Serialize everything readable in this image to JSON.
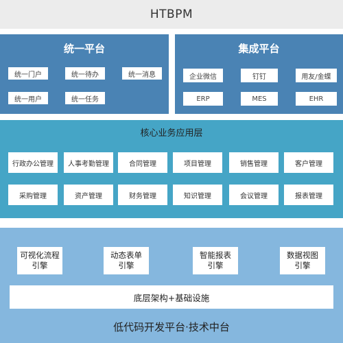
{
  "header": {
    "title": "HTBPM"
  },
  "unified_platform": {
    "title": "统一平台",
    "items": [
      "统一门户",
      "统一待办",
      "统一消息",
      "统一用户",
      "统一任务"
    ]
  },
  "integration_platform": {
    "title": "集成平台",
    "items": [
      "企业微信",
      "钉钉",
      "用友/金蝶",
      "ERP",
      "MES",
      "EHR"
    ]
  },
  "core_business": {
    "title": "核心业务应用层",
    "items": [
      "行政办公管理",
      "人事考勤管理",
      "合同管理",
      "项目管理",
      "销售管理",
      "客户管理",
      "采购管理",
      "资产管理",
      "财务管理",
      "知识管理",
      "会议管理",
      "报表管理"
    ]
  },
  "engines": [
    {
      "line1": "可视化流程",
      "line2": "引擎"
    },
    {
      "line1": "动态表单",
      "line2": "引擎"
    },
    {
      "line1": "智能报表",
      "line2": "引擎"
    },
    {
      "line1": "数据视图",
      "line2": "引擎"
    }
  ],
  "infrastructure": {
    "label": "底层架构+基础设施"
  },
  "footer": {
    "title": "低代码开发平台·技术中台"
  }
}
